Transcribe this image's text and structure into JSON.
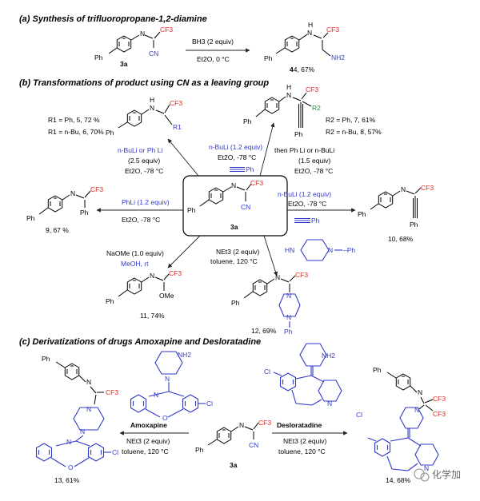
{
  "headers": {
    "a": "(a) Synthesis of trifluoropropane-1,2-diamine",
    "b": "(b) Transformations of product using CN as a leaving group",
    "c": "(c) Derivatizations of drugs Amoxapine and Desloratadine"
  },
  "atoms": {
    "ph": "Ph",
    "n": "N",
    "cf3": "CF3",
    "cn": "CN",
    "h": "H",
    "nh2": "NH2",
    "hn": "HN",
    "ome": "OMe",
    "o": "O",
    "cl": "Cl",
    "r1": "R1",
    "r2": "R2"
  },
  "compound_3a": "3a",
  "part_a": {
    "reagent": "BH3 (2 equiv)",
    "conditions": "Et2O, 0 °C",
    "product": "4, 67%"
  },
  "part_b": {
    "upper_left": {
      "r1_ph": "R1 = Ph, 5, 72 %",
      "r1_nbu": "R1 = n-Bu, 6, 70%",
      "reagent": "n-BuLi or Ph Li",
      "equiv": "(2.5 equiv)",
      "conditions": "Et2O, -78 °C"
    },
    "upper_right": {
      "reagent": "n-BuLi (1.2 equiv)",
      "conditions": "Et2O, -78 °C",
      "then": "then Ph Li or n-BuLi",
      "equiv": "(1.5 equiv)",
      "conditions2": "Et2O, -78 °C",
      "r2_ph": "R2 = Ph, 7, 61%",
      "r2_nbu": "R2 = n-Bu, 8, 57%"
    },
    "left": {
      "reagent": "PhLi (1.2 equiv)",
      "conditions": "Et2O, -78 °C",
      "product": "9, 67 %"
    },
    "right": {
      "reagent": "n-BuLi (1.2 equiv)",
      "conditions": "Et2O, -78 °C",
      "product": "10, 68%"
    },
    "lower_left": {
      "reagent": "NaOMe (1.0 equiv)",
      "solvent": "MeOH, rt",
      "product": "11, 74%"
    },
    "lower_right": {
      "reagent": "NEt3 (2 equiv)",
      "conditions": "toluene, 120 °C",
      "product": "12, 69%"
    }
  },
  "part_c": {
    "left_drug": "Amoxapine",
    "left_reagent": "NEt3 (2 equiv)",
    "left_conditions": "toluene, 120 °C",
    "left_product": "13, 61%",
    "right_drug": "Desloratadine",
    "right_reagent": "NEt3 (2 equiv)",
    "right_conditions": "toluene, 120 °C",
    "right_product": "14, 68%"
  },
  "watermark": "化学加",
  "colors": {
    "cf3": "#e1251b",
    "reagent_blue": "#2f39c8",
    "r2_green": "#1f8f3a"
  }
}
